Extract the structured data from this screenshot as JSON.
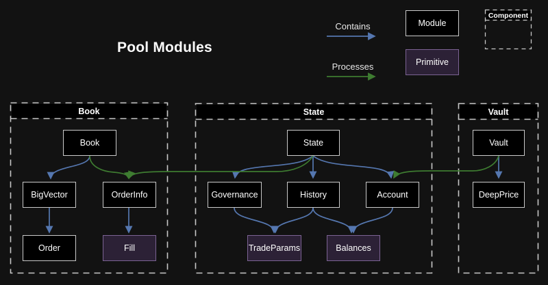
{
  "title": "Pool Modules",
  "legend": {
    "contains_label": "Contains",
    "processes_label": "Processes",
    "module_label": "Module",
    "primitive_label": "Primitive",
    "component_label": "Component"
  },
  "containers": {
    "book": "Book",
    "state": "State",
    "vault": "Vault"
  },
  "nodes": {
    "book": "Book",
    "bigvector": "BigVector",
    "orderinfo": "OrderInfo",
    "order": "Order",
    "fill": "Fill",
    "state": "State",
    "governance": "Governance",
    "history": "History",
    "account": "Account",
    "tradeparams": "TradeParams",
    "balances": "Balances",
    "vault": "Vault",
    "deepprice": "DeepPrice"
  },
  "primitive_nodes": [
    "Fill",
    "TradeParams",
    "Balances"
  ],
  "edges": {
    "contains": [
      {
        "from": "Book",
        "to": "BigVector"
      },
      {
        "from": "BigVector",
        "to": "Order"
      },
      {
        "from": "OrderInfo",
        "to": "Fill"
      },
      {
        "from": "State",
        "to": "Governance"
      },
      {
        "from": "State",
        "to": "History"
      },
      {
        "from": "State",
        "to": "Account"
      },
      {
        "from": "Governance",
        "to": "TradeParams"
      },
      {
        "from": "History",
        "to": "TradeParams"
      },
      {
        "from": "History",
        "to": "Balances"
      },
      {
        "from": "Account",
        "to": "Balances"
      },
      {
        "from": "Vault",
        "to": "DeepPrice"
      }
    ],
    "processes": [
      {
        "from": "Book",
        "to": "OrderInfo"
      },
      {
        "from": "State",
        "to": "OrderInfo"
      },
      {
        "from": "Vault",
        "to": "Account"
      }
    ]
  },
  "colors": {
    "background": "#121212",
    "module_fill": "#000000",
    "module_border": "#cbcbcb",
    "primitive_fill": "#2c2136",
    "primitive_border": "#7c6394",
    "contains_arrow": "#5577b0",
    "processes_arrow": "#3e7c31",
    "container_border": "#c8c8c8"
  }
}
